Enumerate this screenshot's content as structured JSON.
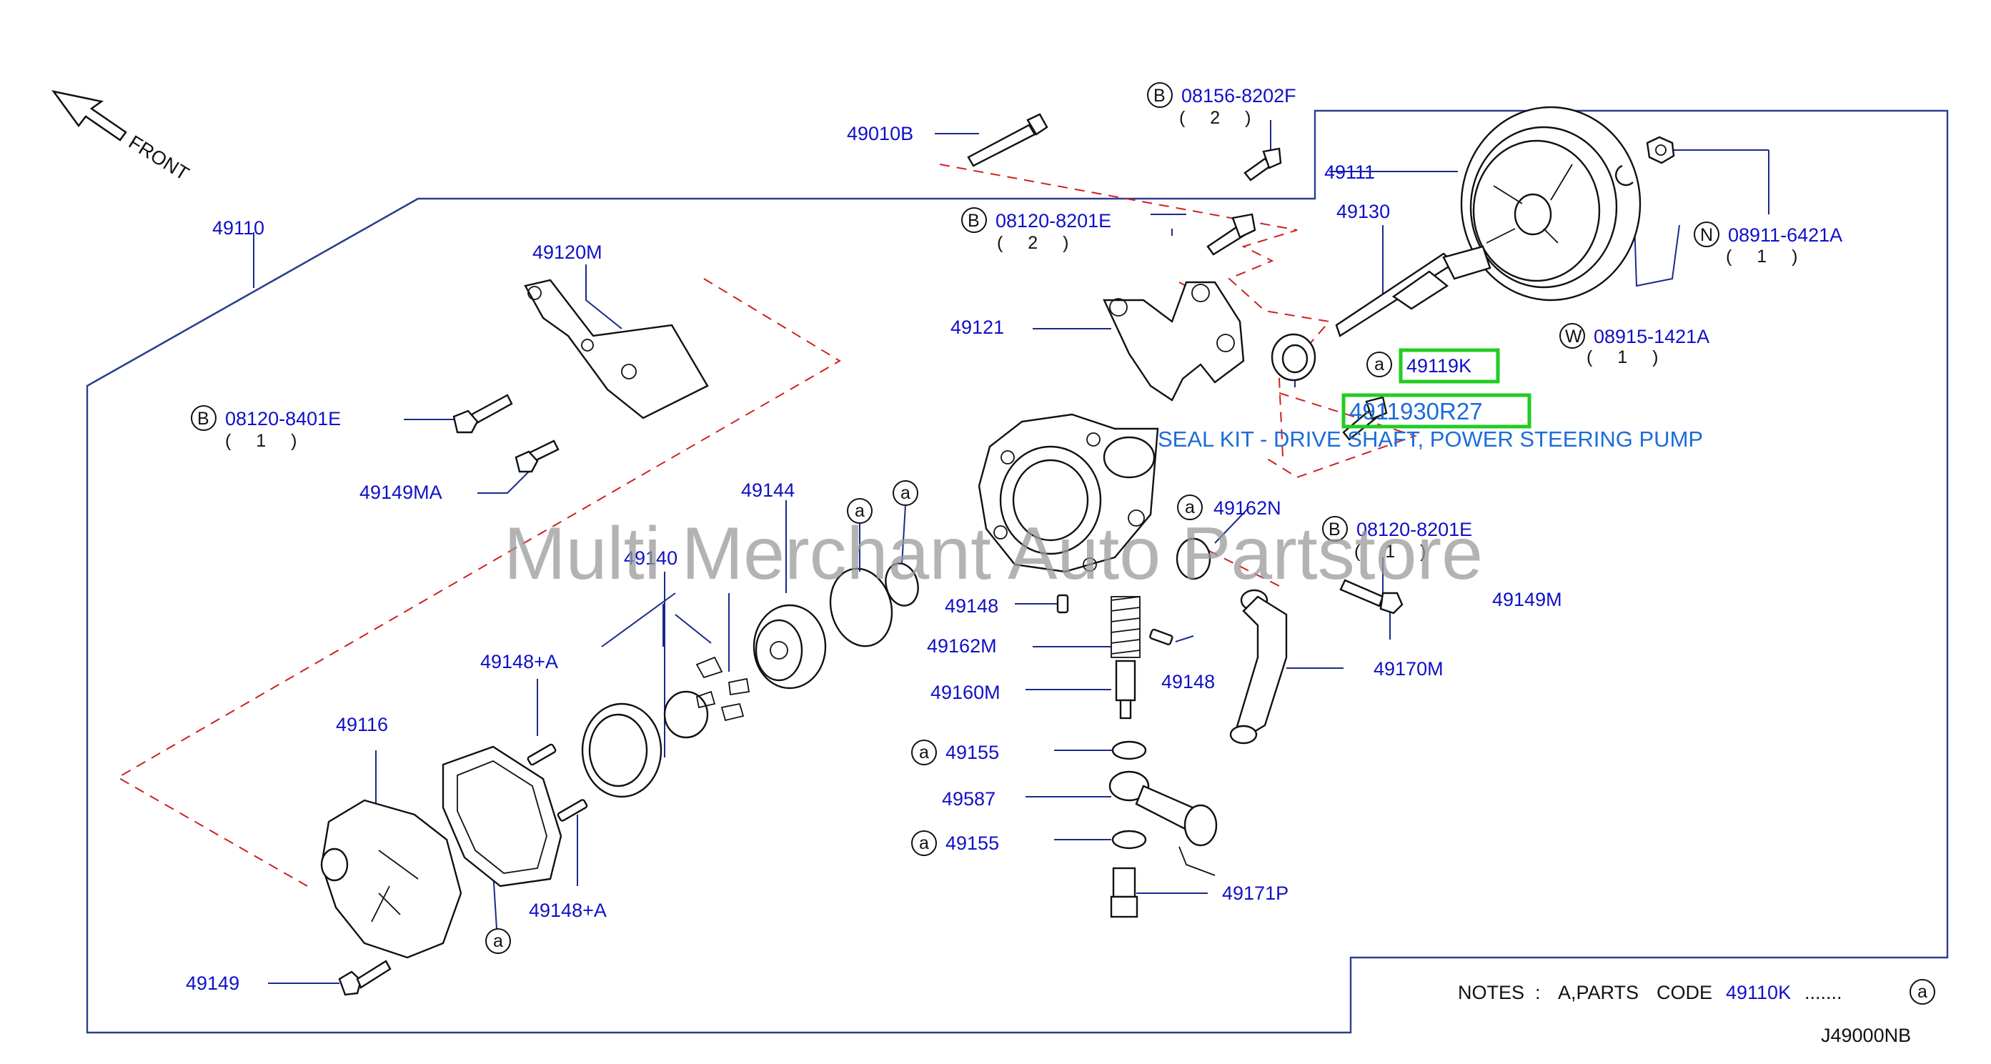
{
  "watermark": "Multi Merchant Auto Partstore",
  "front_label": "FRONT",
  "diagram_code": "J49000NB",
  "notes": {
    "notes_word": "NOTES",
    "colon": ":",
    "parts_text": "A,PARTS",
    "code_word": "CODE",
    "code_value": "49110K",
    "dots": ".......",
    "ref_letter": "a"
  },
  "highlight": {
    "part_number": "4911930R27",
    "description": "SEAL KIT - DRIVE SHAFT, POWER STEERING PUMP"
  },
  "callouts": [
    {
      "id": "49010B",
      "text": "49010B"
    },
    {
      "id": "08156-8202F",
      "prefix": "B",
      "text": "08156-8202F",
      "qty": "( 2 )"
    },
    {
      "id": "49111",
      "text": "49111"
    },
    {
      "id": "49130",
      "text": "49130"
    },
    {
      "id": "08911-6421A",
      "prefix": "N",
      "text": "08911-6421A",
      "qty": "( 1 )"
    },
    {
      "id": "08120-8201E-2",
      "prefix": "B",
      "text": "08120-8201E",
      "qty": "( 2 )"
    },
    {
      "id": "49110",
      "text": "49110"
    },
    {
      "id": "49120M",
      "text": "49120M"
    },
    {
      "id": "49121",
      "text": "49121"
    },
    {
      "id": "08915-1421A",
      "prefix": "W",
      "text": "08915-1421A",
      "qty": "( 1 )"
    },
    {
      "id": "49119K",
      "prefix": "a",
      "text": "49119K"
    },
    {
      "id": "08120-8401E",
      "prefix": "B",
      "text": "08120-8401E",
      "qty": "( 1 )"
    },
    {
      "id": "49149MA",
      "text": "49149MA"
    },
    {
      "id": "49144",
      "text": "49144"
    },
    {
      "id": "49162N",
      "prefix": "a",
      "text": "49162N"
    },
    {
      "id": "08120-8201E-1",
      "prefix": "B",
      "text": "08120-8201E",
      "qty": "( 1 )"
    },
    {
      "id": "49140",
      "text": "49140"
    },
    {
      "id": "49148-top",
      "text": "49148"
    },
    {
      "id": "49149M",
      "text": "49149M"
    },
    {
      "id": "49162M",
      "text": "49162M"
    },
    {
      "id": "49148-mid",
      "text": "49148"
    },
    {
      "id": "49170M",
      "text": "49170M"
    },
    {
      "id": "49148+A-top",
      "text": "49148+A"
    },
    {
      "id": "49160M",
      "text": "49160M"
    },
    {
      "id": "49116",
      "text": "49116"
    },
    {
      "id": "49155-top",
      "prefix": "a",
      "text": "49155"
    },
    {
      "id": "49587",
      "text": "49587"
    },
    {
      "id": "49155-bot",
      "prefix": "a",
      "text": "49155"
    },
    {
      "id": "49171P",
      "text": "49171P"
    },
    {
      "id": "49148+A-bot",
      "text": "49148+A"
    },
    {
      "id": "49149",
      "text": "49149"
    }
  ],
  "ref_markers": [
    "a",
    "a",
    "a"
  ]
}
